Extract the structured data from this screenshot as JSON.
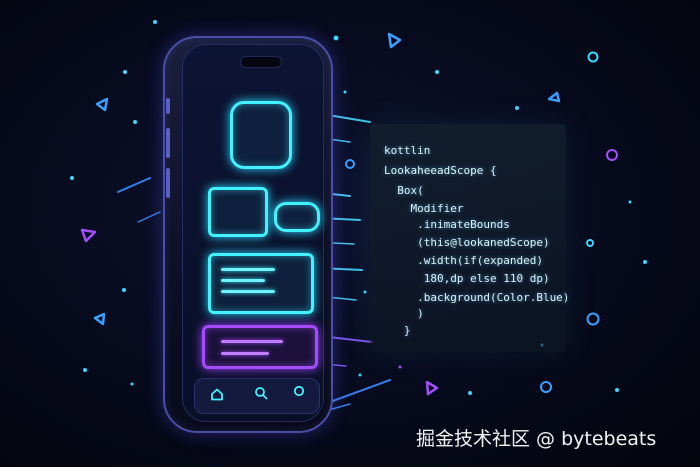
{
  "code": {
    "lines": [
      "kottlin",
      "LookaheeadScope {",
      "  Box(",
      "    Modifier",
      "     .inimateBounds",
      "     (this@lookanedScope)",
      "     .width(if(expanded)",
      "      180,dp else 110 dp)",
      "     .background(Color.Blue)",
      "     )",
      "   }"
    ]
  },
  "watermark": {
    "text": "掘金技术社区 @ bytebeats"
  },
  "icons": {
    "nav": [
      "home-icon",
      "search-icon",
      "profile-icon"
    ]
  },
  "colors": {
    "cyan": "#43f2ff",
    "purple": "#a44dff",
    "code_text": "#d8f4ff",
    "background": "#070a1c"
  }
}
